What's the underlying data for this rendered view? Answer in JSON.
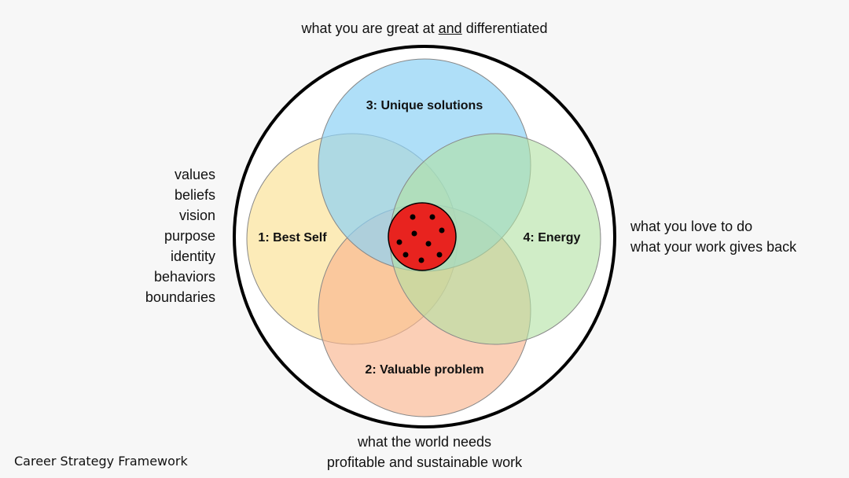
{
  "top_label": {
    "prefix": "what you are great at ",
    "emphasis": "and",
    "suffix": " differentiated"
  },
  "left_list": [
    "values",
    "beliefs",
    "vision",
    "purpose",
    "identity",
    "behaviors",
    "boundaries"
  ],
  "right_list": [
    "what you love to do",
    "what your work gives back"
  ],
  "bottom_list": [
    "what the world needs",
    "profitable and sustainable work"
  ],
  "circles": {
    "best_self": {
      "label": "1: Best Self",
      "color": "#fbe39a"
    },
    "valuable_problem": {
      "label": "2: Valuable problem",
      "color": "#f9b58f"
    },
    "unique_solutions": {
      "label": "3: Unique solutions",
      "color": "#8dd1f5"
    },
    "energy": {
      "label": "4: Energy",
      "color": "#b1e1a2"
    }
  },
  "center_color": "#e8231f",
  "footer": "Career Strategy Framework"
}
